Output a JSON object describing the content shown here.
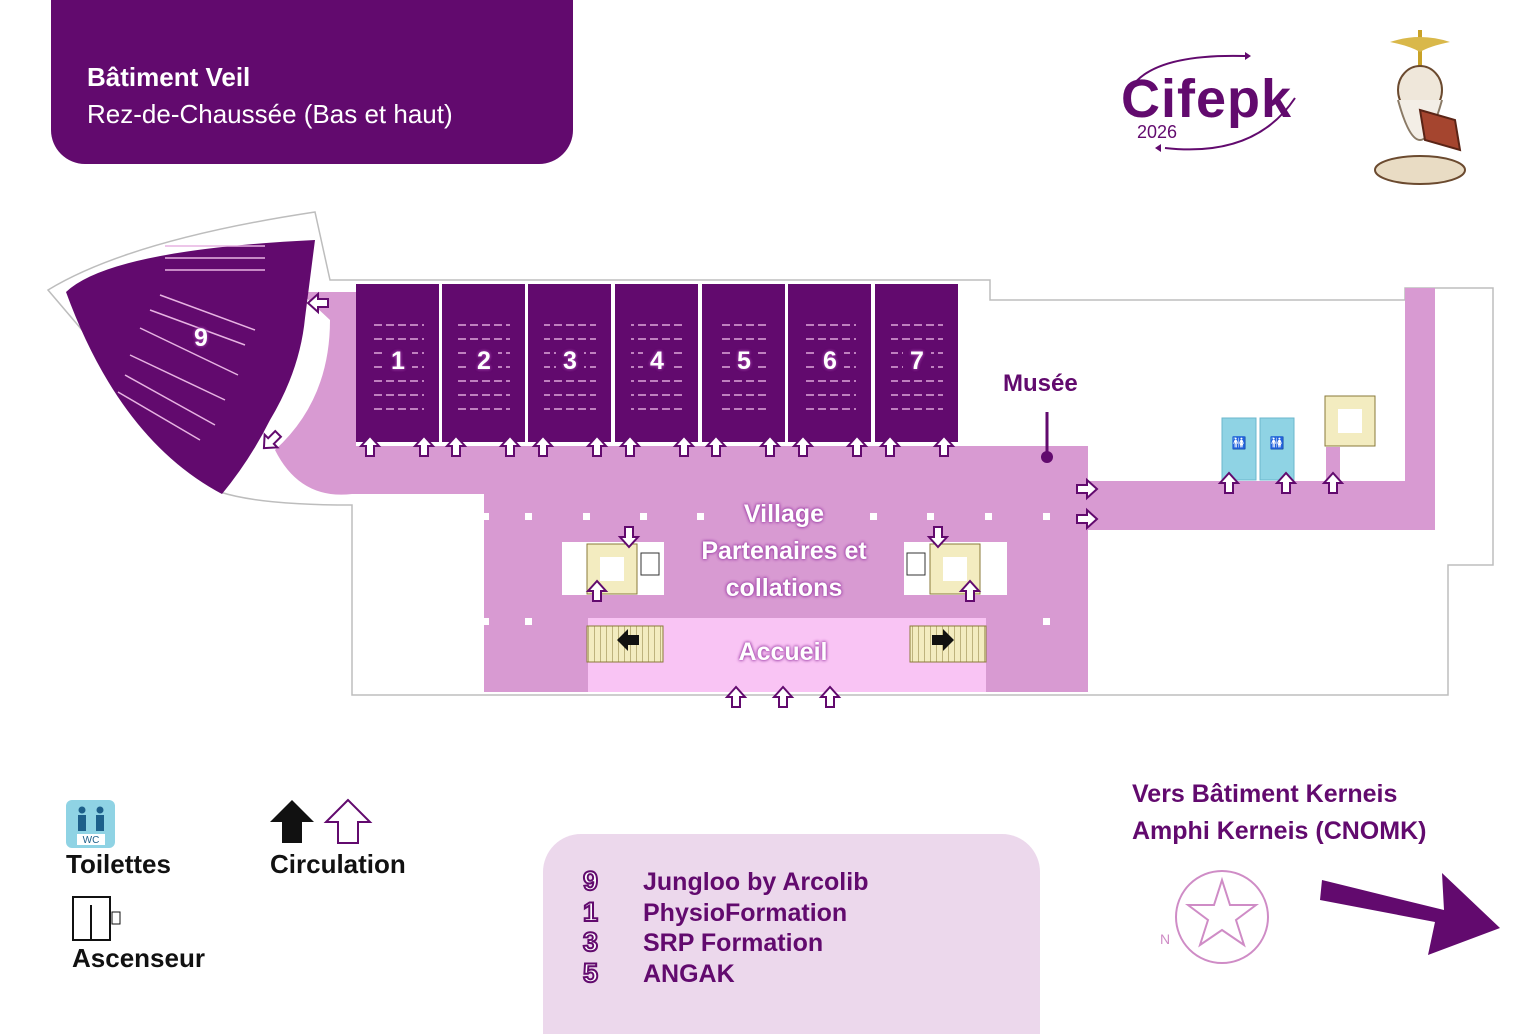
{
  "header": {
    "building": "Bâtiment Veil",
    "floor": "Rez-de-Chaussée (Bas et haut)"
  },
  "logo": {
    "name": "Cifepk",
    "year": "2026"
  },
  "colors": {
    "primary": "#620a6e",
    "corridor": "#d89ad2",
    "accueil": "#f9c4f4",
    "toilets": "#8fd3e4",
    "stairs": "#f3ecc0"
  },
  "rooms": [
    "9",
    "1",
    "2",
    "3",
    "4",
    "5",
    "6",
    "7"
  ],
  "labels": {
    "musee": "Musée",
    "village": "Village\nPartenaires et\ncollations",
    "accueil": "Accueil"
  },
  "legend": {
    "toilettes": "Toilettes",
    "circulation": "Circulation",
    "ascenseur": "Ascenseur",
    "icons": [
      "wc-icon",
      "filled-arrow-icon",
      "outline-arrow-icon",
      "elevator-icon"
    ]
  },
  "exhibitors": [
    {
      "num": "9",
      "name": "Jungloo by Arcolib"
    },
    {
      "num": "1",
      "name": "PhysioFormation"
    },
    {
      "num": "3",
      "name": "SRP Formation"
    },
    {
      "num": "5",
      "name": "ANGAK"
    }
  ],
  "direction": {
    "line1": "Vers Bâtiment Kerneis",
    "line2": "Amphi Kerneis (CNOMK)"
  }
}
